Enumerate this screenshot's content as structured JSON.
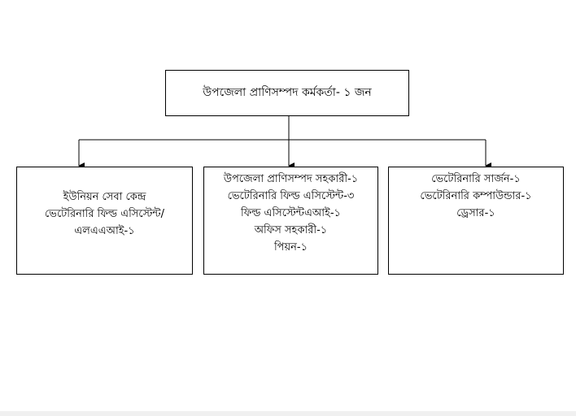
{
  "top": {
    "label": "উপজেলা প্রাণিসম্পদ কর্মকর্তা- ১ জন"
  },
  "children": [
    {
      "lines": [
        "ইউনিয়ন সেবা কেন্দ্র",
        "ভেটেরিনারি ফিল্ড এসিস্টেন্ট/",
        "এলএএআই-১"
      ]
    },
    {
      "lines": [
        "উপজেলা প্রাণিসম্পদ সহকারী-১",
        "ভেটেরিনারি ফিল্ড এসিস্টেন্ট-৩",
        "ফিল্ড এসিস্টেন্টএআই-১",
        "অফিস সহকারী-১",
        "পিয়ন-১"
      ]
    },
    {
      "lines": [
        "ভেটেরিনারি সার্জন-১",
        "ভেটেরিনারি কম্পাউন্ডার-১",
        "ড্রেসার-১"
      ]
    }
  ]
}
